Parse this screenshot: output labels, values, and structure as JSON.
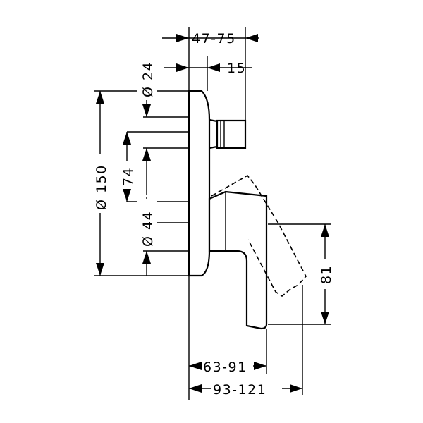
{
  "dimensions": {
    "top_width": "47-75",
    "pipe_diameter": "Ø 24",
    "pipe_offset": "15",
    "plate_diameter": "Ø 150",
    "spacing": "74",
    "handle_diameter": "Ø 44",
    "handle_height": "81",
    "depth_short": "63-91",
    "depth_long": "93-121"
  }
}
